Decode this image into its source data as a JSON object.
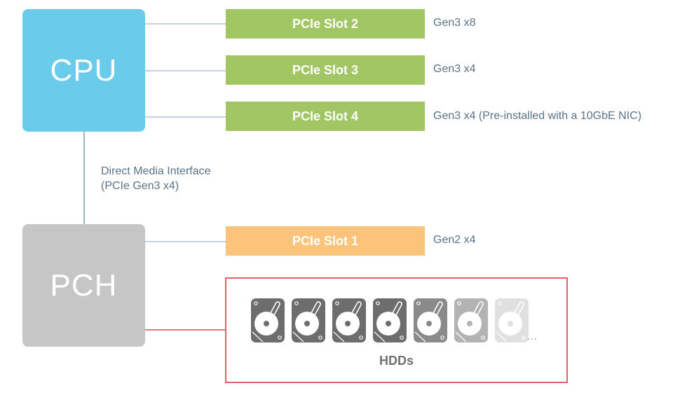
{
  "cpu": {
    "label": "CPU",
    "color": "#6acbea"
  },
  "pch": {
    "label": "PCH",
    "color": "#c6c6c6"
  },
  "dmi": {
    "line1": "Direct Media Interface",
    "line2": "(PCIe Gen3 x4)"
  },
  "slots": [
    {
      "label": "PCIe Slot 2",
      "spec": "Gen3 x8",
      "color": "#a2c663",
      "connected_to": "CPU"
    },
    {
      "label": "PCIe Slot 3",
      "spec": "Gen3 x4",
      "color": "#a2c663",
      "connected_to": "CPU"
    },
    {
      "label": "PCIe Slot 4",
      "spec": "Gen3 x4 (Pre-installed with a 10GbE NIC)",
      "color": "#a2c663",
      "connected_to": "CPU"
    },
    {
      "label": "PCIe Slot 1",
      "spec": "Gen2 x4",
      "color": "#fbc47a",
      "connected_to": "PCH"
    }
  ],
  "hdds": {
    "label": "HDDs",
    "ellipsis": "...",
    "border_color": "#e0606a",
    "icon_colors": [
      "#6d6d6d",
      "#6d6d6d",
      "#6d6d6d",
      "#6d6d6d",
      "#8a8a8a",
      "#b3b3b3",
      "#e0e0e0"
    ]
  },
  "colors": {
    "connector": "#c5d4df",
    "spec_text": "#5a7387"
  }
}
